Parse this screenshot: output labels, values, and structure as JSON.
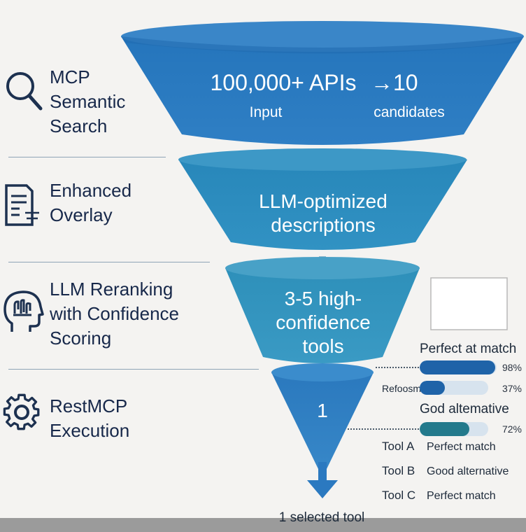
{
  "stages": [
    {
      "label": "MCP\nSemantic\nSearch",
      "icon": "search-icon"
    },
    {
      "label": "Enhanced\nOverlay",
      "icon": "document-icon"
    },
    {
      "label": "LLM Reranking\nwith Confidence\nScoring",
      "icon": "brain-head-icon"
    },
    {
      "label": "RestMCP\nExecution",
      "icon": "gear-icon"
    }
  ],
  "funnel": {
    "stage1": {
      "title": "100,000+ APIs",
      "arrow_value": "→10",
      "left_sub": "Input",
      "right_sub": "candidates"
    },
    "stage2": {
      "text": "LLM-optimized\ndescriptions"
    },
    "stage3": {
      "text": "3-5 high-\nconfidence\ntools"
    },
    "stage4": {
      "text": "1"
    },
    "output_label": "1 selected tool"
  },
  "scores": {
    "header": "Perfect at match",
    "rows": [
      {
        "label": "",
        "percent_text": "98%",
        "value": 0.98,
        "color": "#1f63a8"
      },
      {
        "label": "Refoosm",
        "percent_text": "37%",
        "value": 0.37,
        "color": "#1f63a8"
      },
      {
        "label": "",
        "percent_text": "72%",
        "value": 0.72,
        "color": "#237a8c"
      }
    ],
    "mid_label": "God altemative"
  },
  "tools": [
    {
      "name": "Tool A",
      "desc": "Perfect match"
    },
    {
      "name": "Tool B",
      "desc": "Good alternative"
    },
    {
      "name": "Tool C",
      "desc": "Perfect match"
    }
  ],
  "colors": {
    "stage1": "#2c77bf",
    "stage2": "#2c8cbe",
    "stage3": "#3296bd",
    "stage4": "#2f7fc2",
    "arrow": "#2b79c0",
    "connector": "#8fb6cd"
  }
}
